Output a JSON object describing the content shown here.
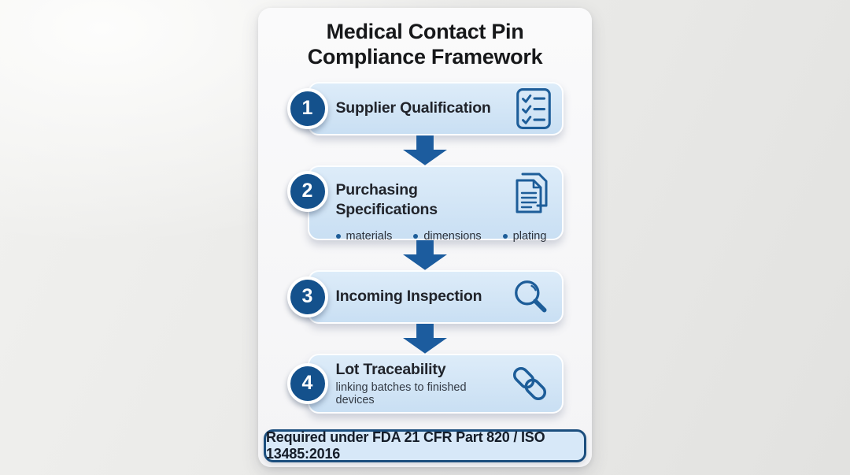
{
  "title": "Medical Contact Pin Compliance Framework",
  "steps": [
    {
      "number": "1",
      "title": "Supplier Qualification",
      "icon": "checklist-icon"
    },
    {
      "number": "2",
      "title": "Purchasing Specifications",
      "icon": "documents-icon",
      "bullets": [
        "materials",
        "dimensions",
        "plating"
      ]
    },
    {
      "number": "3",
      "title": "Incoming Inspection",
      "icon": "magnifier-icon"
    },
    {
      "number": "4",
      "title": "Lot Traceability",
      "subtitle": "linking batches to finished devices",
      "icon": "chain-link-icon"
    }
  ],
  "footer": {
    "text": "Required under FDA 21 CFR Part 820 / ISO 13485:2016"
  },
  "colors": {
    "badge_navy": "#14518c",
    "arrow_blue": "#1c5c9e",
    "icon_blue": "#1d5d99",
    "step_card_fill": "#d3e5f6",
    "footer_fill": "#d7e8f8",
    "footer_border": "#1b4e7e",
    "title_text": "#17181a"
  }
}
